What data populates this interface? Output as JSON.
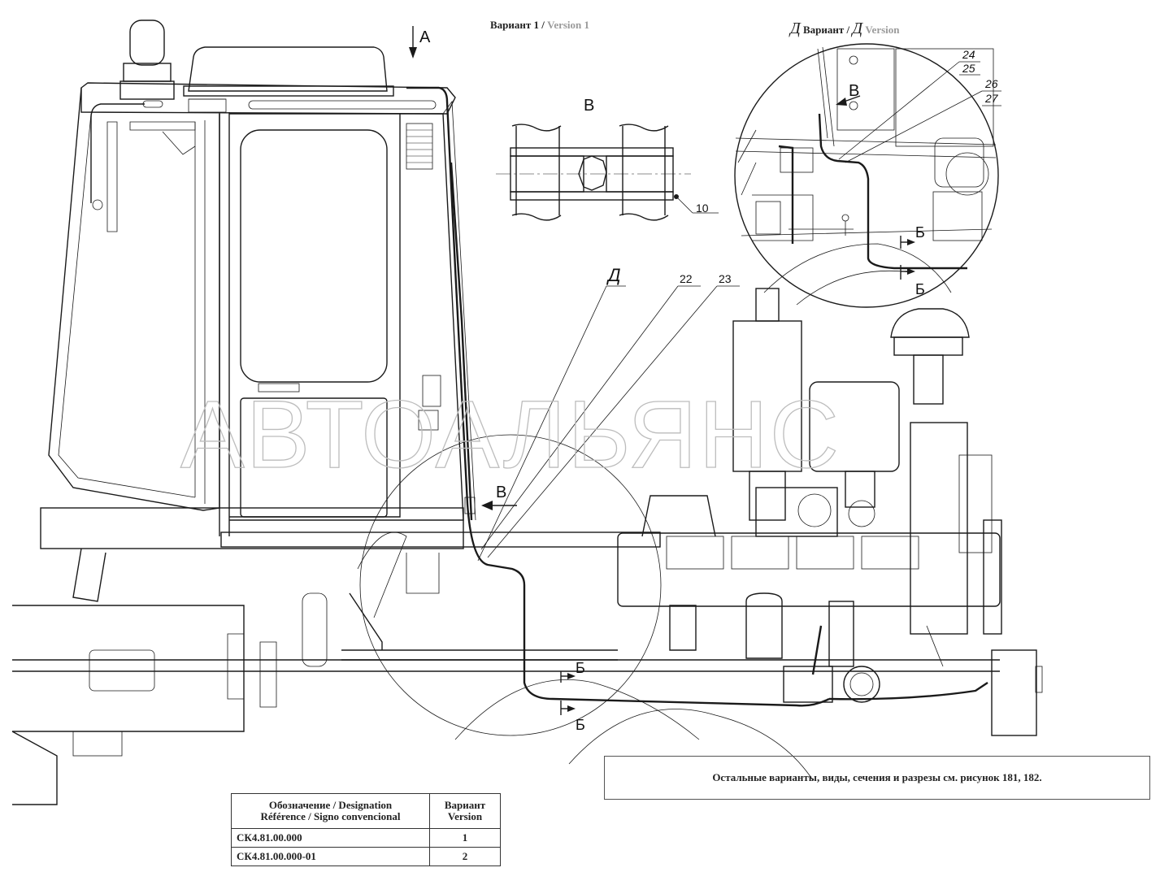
{
  "headings": {
    "variant1_ru": "Вариант 1 /",
    "variant1_en": "Version 1",
    "detailD_letter": "Д",
    "detailD_ru": "Вариант /",
    "detailD_letter2": "Д",
    "detailD_en": "Version"
  },
  "watermark": "АВТОАЛЬЯНС",
  "view_labels": {
    "arrow_a": "А",
    "view_b_title": "В",
    "arrow_b_main": "В",
    "arrow_b_detail": "В",
    "leader_d": "Д",
    "section_b1": "Б",
    "section_b2": "Б",
    "section_b3": "Б",
    "section_b4": "Б"
  },
  "callouts": {
    "c10": "10",
    "c22": "22",
    "c23": "23",
    "c24": "24",
    "c25": "25",
    "c26": "26",
    "c27": "27"
  },
  "note": "Остальные варианты, виды, сечения и разрезы см. рисунок 181, 182.",
  "version_table": {
    "header_designation_line1": "Обозначение / Designation",
    "header_designation_line2": "Référence / Signo convencional",
    "header_version_line1": "Вариант",
    "header_version_line2": "Version",
    "rows": [
      {
        "designation": "СК4.81.00.000",
        "version": "1"
      },
      {
        "designation": "СК4.81.00.000-01",
        "version": "2"
      }
    ]
  }
}
